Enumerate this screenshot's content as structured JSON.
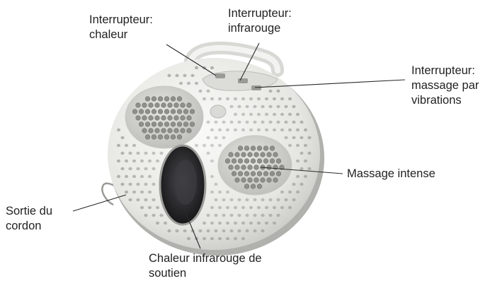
{
  "labels": {
    "heat_switch": [
      "Interrupteur:",
      "chaleur"
    ],
    "infrared_switch": [
      "Interrupteur:",
      "infrarouge"
    ],
    "vibration_switch": [
      "Interrupteur:",
      "massage par",
      "vibrations"
    ],
    "intense_massage": [
      "Massage intense"
    ],
    "cord_outlet": [
      "Sortie du",
      "cordon"
    ],
    "infrared_support": [
      "Chaleur infrarouge de",
      "soutien"
    ]
  },
  "colors": {
    "body": "#ebebe8",
    "shadow": "#b8b8b4",
    "dimple": "#a9a9a5",
    "pad": "#d6d6d2",
    "nub": "#8f8f8b",
    "window": "#2c2c2e",
    "leader": "#2a2a2a"
  }
}
